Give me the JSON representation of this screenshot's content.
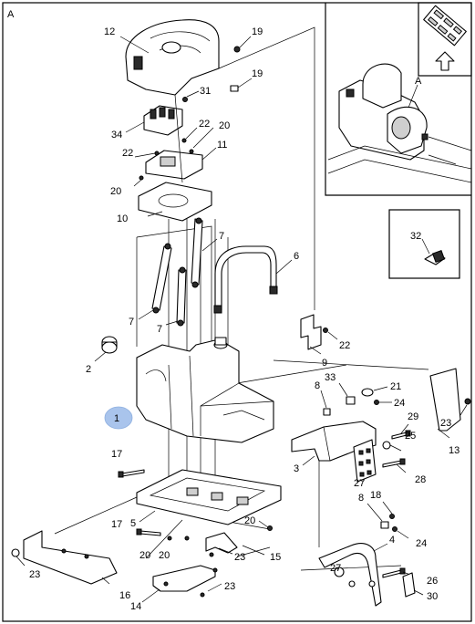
{
  "diagram": {
    "section_marker": "A",
    "detail_marker": "A",
    "colors": {
      "line": "#000000",
      "highlight": "#a9c4ec",
      "background": "#ffffff"
    },
    "highlighted_callout": "1",
    "icons": {
      "direction_indicator": "up-arrow-icon"
    },
    "callouts": [
      {
        "id": "c12",
        "label": "12"
      },
      {
        "id": "c19a",
        "label": "19"
      },
      {
        "id": "c19b",
        "label": "19"
      },
      {
        "id": "c31",
        "label": "31"
      },
      {
        "id": "c34",
        "label": "34"
      },
      {
        "id": "c22a",
        "label": "22"
      },
      {
        "id": "c20a",
        "label": "20"
      },
      {
        "id": "c22b",
        "label": "22"
      },
      {
        "id": "c11",
        "label": "11"
      },
      {
        "id": "c20b",
        "label": "20"
      },
      {
        "id": "c10",
        "label": "10"
      },
      {
        "id": "c7a",
        "label": "7"
      },
      {
        "id": "c6",
        "label": "6"
      },
      {
        "id": "c7b",
        "label": "7"
      },
      {
        "id": "c7c",
        "label": "7"
      },
      {
        "id": "c22c",
        "label": "22"
      },
      {
        "id": "c9",
        "label": "9"
      },
      {
        "id": "c2",
        "label": "2"
      },
      {
        "id": "c8a",
        "label": "8"
      },
      {
        "id": "c33",
        "label": "33"
      },
      {
        "id": "c21",
        "label": "21"
      },
      {
        "id": "c24a",
        "label": "24"
      },
      {
        "id": "c1",
        "label": "1"
      },
      {
        "id": "c29",
        "label": "29"
      },
      {
        "id": "c23a",
        "label": "23"
      },
      {
        "id": "c13",
        "label": "13"
      },
      {
        "id": "c25",
        "label": "25"
      },
      {
        "id": "c17a",
        "label": "17"
      },
      {
        "id": "c3",
        "label": "3"
      },
      {
        "id": "c27a",
        "label": "27"
      },
      {
        "id": "c28",
        "label": "28"
      },
      {
        "id": "c8b",
        "label": "8"
      },
      {
        "id": "c18",
        "label": "18"
      },
      {
        "id": "c17b",
        "label": "17"
      },
      {
        "id": "c5",
        "label": "5"
      },
      {
        "id": "c20c",
        "label": "20"
      },
      {
        "id": "c24b",
        "label": "24"
      },
      {
        "id": "c4",
        "label": "4"
      },
      {
        "id": "c20d",
        "label": "20"
      },
      {
        "id": "c20e",
        "label": "20"
      },
      {
        "id": "c23b",
        "label": "23"
      },
      {
        "id": "c15",
        "label": "15"
      },
      {
        "id": "c23c",
        "label": "23"
      },
      {
        "id": "c27b",
        "label": "27"
      },
      {
        "id": "c26",
        "label": "26"
      },
      {
        "id": "c16",
        "label": "16"
      },
      {
        "id": "c23d",
        "label": "23"
      },
      {
        "id": "c14",
        "label": "14"
      },
      {
        "id": "c30",
        "label": "30"
      },
      {
        "id": "c32",
        "label": "32"
      }
    ]
  }
}
